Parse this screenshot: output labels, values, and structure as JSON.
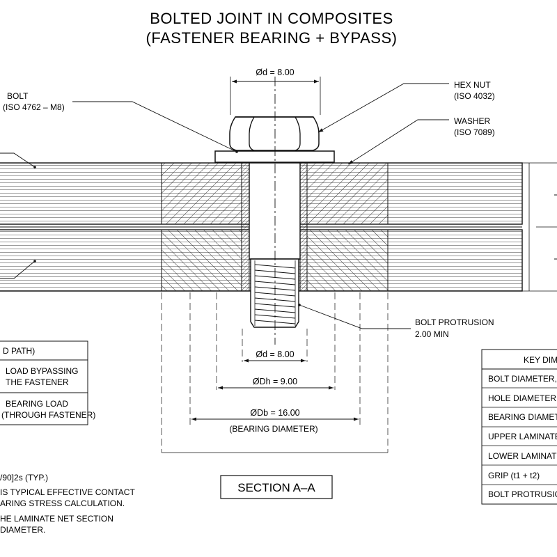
{
  "title": {
    "line1": "BOLTED JOINT IN COMPOSITES",
    "line2": "(FASTENER BEARING + BYPASS)"
  },
  "callouts": {
    "bolt_name": "BOLT",
    "bolt_std": "(ISO 4762 – M8)",
    "nut_name": "HEX NUT",
    "nut_std": "(ISO 4032)",
    "washer_name": "WASHER",
    "washer_std": "(ISO 7089)",
    "protrusion_name": "BOLT PROTRUSION",
    "protrusion_val": "2.00 MIN"
  },
  "dimensions": {
    "bolt_top": "Ød = 8.00",
    "bolt_mid": "Ød = 8.00",
    "hole": "ØDh = 9.00",
    "bearing": "ØDb = 16.00",
    "bearing_caption": "(BEARING DIAMETER)"
  },
  "load_path_legend": {
    "header": "D PATH)",
    "rows": [
      {
        "line1": "LOAD BYPASSING",
        "line2": "THE FASTENER"
      },
      {
        "line1": "BEARING LOAD",
        "line2": "(THROUGH FASTENER)"
      }
    ]
  },
  "notes": [
    "/90]2s (TYP.)",
    "IS TYPICAL EFFECTIVE CONTACT",
    "ARING STRESS CALCULATION.",
    "HE LAMINATE NET SECTION",
    "DIAMETER."
  ],
  "section_label": "SECTION A–A",
  "key_dims": {
    "header": "KEY DIM",
    "rows": [
      "BOLT DIAMETER, d",
      "HOLE DIAMETER, D",
      "BEARING DIAMETE",
      "UPPER LAMINATE",
      "LOWER LAMINATE",
      "GRIP (t1 + t2)",
      "BOLT PROTRUSIO"
    ]
  }
}
